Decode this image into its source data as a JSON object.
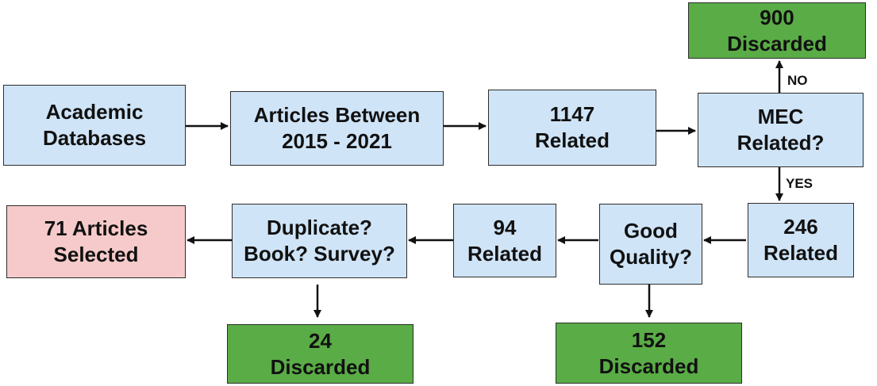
{
  "nodes": {
    "academic": "Academic\nDatabases",
    "articles_between": "Articles Between\n2015 - 2021",
    "related_1147": "1147\nRelated",
    "mec_related": "MEC\nRelated?",
    "discarded_900": "900\nDiscarded",
    "related_246": "246\nRelated",
    "good_quality": "Good\nQuality?",
    "related_94": "94\nRelated",
    "duplicate": "Duplicate?\nBook? Survey?",
    "selected_71": "71 Articles\nSelected",
    "discarded_24": "24\nDiscarded",
    "discarded_152": "152\nDiscarded"
  },
  "edge_labels": {
    "no": "NO",
    "yes": "YES"
  },
  "colors": {
    "process_fill": "#cfe4f7",
    "discard_fill": "#5aac46",
    "result_fill": "#f6caca",
    "stroke": "#111111"
  }
}
